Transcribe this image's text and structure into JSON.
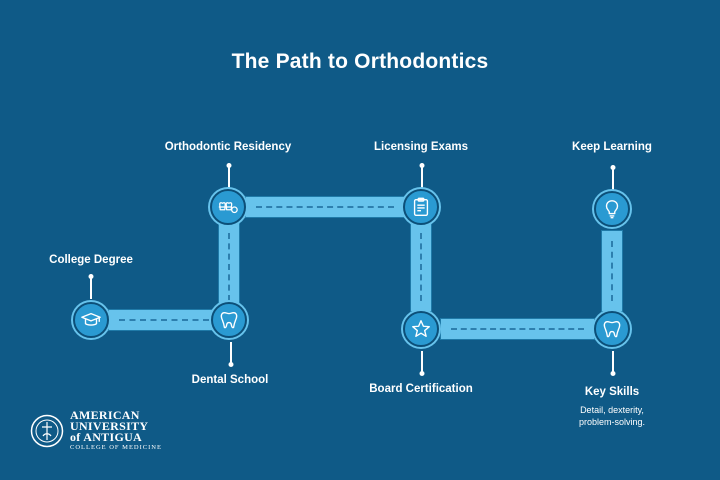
{
  "title": "The Path to Orthodontics",
  "steps": [
    {
      "label": "College Degree",
      "icon": "graduation-cap-icon"
    },
    {
      "label": "Dental School",
      "icon": "tooth-icon"
    },
    {
      "label": "Orthodontic Residency",
      "icon": "braces-icon"
    },
    {
      "label": "Licensing Exams",
      "icon": "clipboard-icon"
    },
    {
      "label": "Board Certification",
      "icon": "star-icon"
    },
    {
      "label": "Key Skills",
      "detail_line1": "Detail, dexterity,",
      "detail_line2": "problem-solving.",
      "icon": "tooth-icon"
    },
    {
      "label": "Keep Learning",
      "icon": "lightbulb-icon"
    }
  ],
  "logo": {
    "line1": "AMERICAN",
    "line2": "UNIVERSITY",
    "line3": "of ANTIGUA",
    "line4": "COLLEGE OF MEDICINE"
  },
  "colors": {
    "background": "#0f5a87",
    "road": "#67c3ec",
    "node": "#2a9ad2",
    "text": "#ffffff"
  }
}
